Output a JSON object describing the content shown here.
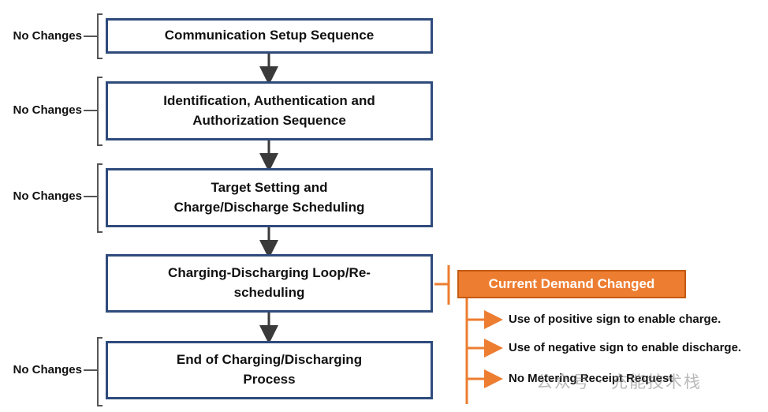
{
  "flow": {
    "steps": [
      {
        "label": "Communication Setup Sequence"
      },
      {
        "label": "Identification, Authentication and\nAuthorization Sequence"
      },
      {
        "label": "Target Setting and\nCharge/Discharge Scheduling"
      },
      {
        "label": "Charging-Discharging Loop/Re-\nscheduling"
      },
      {
        "label": "End of Charging/Discharging\nProcess"
      }
    ],
    "no_changes_label": "No Changes"
  },
  "annotation": {
    "title": "Current Demand Changed",
    "items": [
      "Use of positive sign to enable charge.",
      "Use of negative sign to enable discharge.",
      "No Metering Receipt Request"
    ]
  },
  "watermark": "公众号 · 充能技术栈",
  "colors": {
    "box_border": "#2f4b7c",
    "arrow": "#3a3a3a",
    "accent": "#ed7d31",
    "bracket": "#555555"
  }
}
